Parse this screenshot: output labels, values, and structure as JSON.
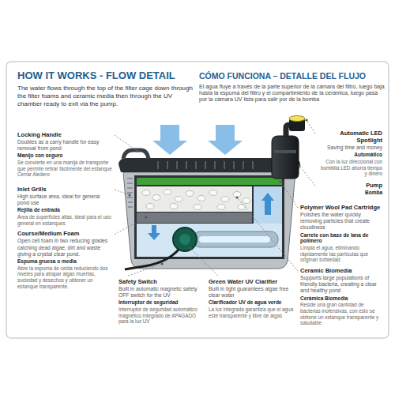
{
  "diagram": {
    "title": "HOW IT WORKS - FLOW DETAIL",
    "labels": [
      "The water flows through the top of the filter cage down through the filter foams and ceramic media then through the UV chamber ready to exit via the pump.",
      "CÓMO FUNCIONA – DETALLE DEL FLUJO",
      "El agua fluye a través de la parte superior de la cámara del filtro, luego baja hasta la espuma del filtro y el compartimiento de la cerámica, luego pasa por la cámara UV lista para salir por de la bomba",
      "Locking Handle",
      "Doubles as a carry handle for easy removal from pond",
      "Manijo con seguro",
      "Se convierte en una manija de transporte que permite retirar fácilmente del estanque Cerrar Aledero",
      "Inlet Grills",
      "High surface area, ideal for general pond use",
      "Rejilla de entrada",
      "Área de superficies altas, ideal para el uso general en estanques",
      "Course/Medium Foam",
      "Open cell foam in two reducing grades catching dead algae, dirt and waste giving a crystal clear pond.",
      "Espuma gruesa o media",
      "Abre la espuma de celda reduciendo dos niveles para atrapar algas muertas, suciedad y desechos y obtener un estanque transparente.",
      "Safety Switch",
      "Built in automatic magnetic safety OFF switch for the UV",
      "Interruptor de seguridad",
      "Interruptor de seguridad automático magnético integrado de APAGADO para la luz UV",
      "Green Water UV Clarifier",
      "Built in light guarantees algae free clear water",
      "Clarificador UV de agua verde",
      "La luz integrada garantiza que el agua esté transparente y libre de algas",
      "Automatic LED Spotlight",
      "Saving time and money",
      "Automático",
      "Con la luz direccional con bombilla LED ahorra tiempo y dinero",
      "Pump",
      "Bomba",
      "Polymer Wool Pad Cartridge",
      "Polishes the water quickly removing particles that create cloudiness",
      "Carrete con base de lana de polímero",
      "Limpia el agua, eliminando rápidamente las partículas que originan turbiedad",
      "Ceramic Biomedia",
      "Supports large populations of friendly bacteria, creating a clear and healthy pond",
      "Cerámica Biomedia",
      "Reside una gran cantidad de bacterias inofensivas, con esto se obtiene un estanque transparente y saludable"
    ]
  }
}
